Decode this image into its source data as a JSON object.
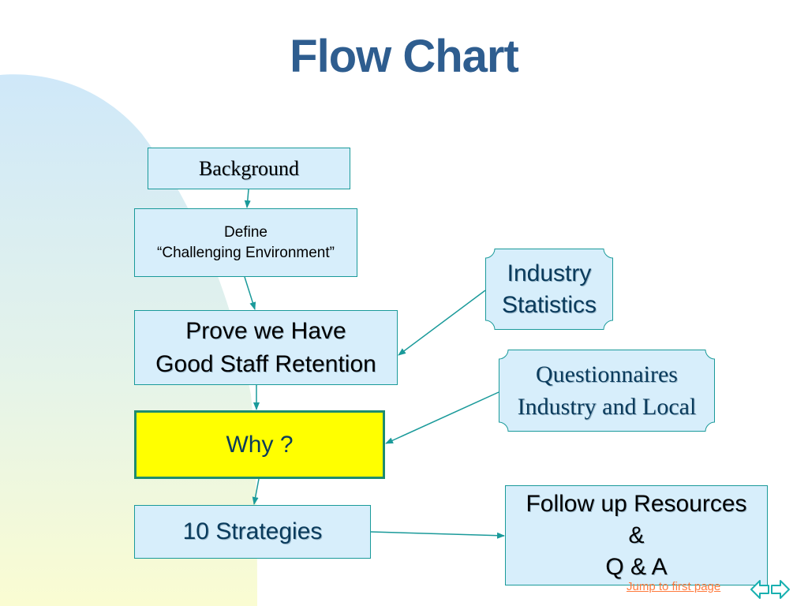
{
  "slide": {
    "title": "Flow Chart",
    "colors": {
      "title": "#2e5d8f",
      "box_fill": "#d7eefb",
      "box_border": "#1a9a9a",
      "highlight": "#ffff00",
      "link": "#ff7a3d"
    }
  },
  "diagram": {
    "background": "Background",
    "define": "Define\n“Challenging Environment”",
    "prove": "Prove we Have\nGood Staff Retention",
    "why": "Why ?",
    "strategies": "10 Strategies",
    "industry_stats": "Industry\n Statistics",
    "questionnaires": "Questionnaires\nIndustry and Local",
    "follow_up": "Follow up Resources\n&\nQ & A"
  },
  "nav": {
    "jump_label": "Jump to first page",
    "back_icon": "back-arrow-icon",
    "forward_icon": "forward-arrow-icon"
  }
}
